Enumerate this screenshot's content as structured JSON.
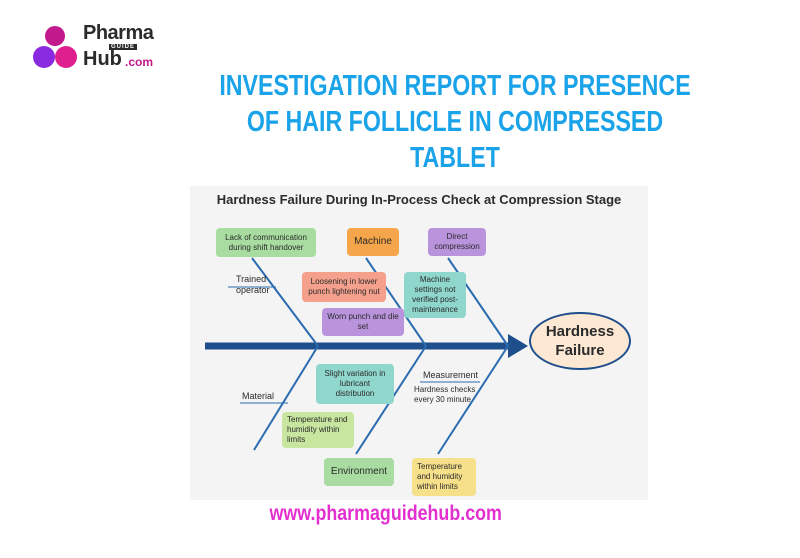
{
  "logo": {
    "pharma": "Pharma",
    "guide": "GUIDE",
    "hub": "Hub",
    "com": ".com"
  },
  "title": "INVESTIGATION REPORT FOR PRESENCE OF HAIR FOLLICLE IN COMPRESSED TABLET",
  "diagram": {
    "title": "Hardness Failure During In-Process Check at Compression Stage",
    "head": "Hardness Failure",
    "boxes": {
      "lack_communication": "Lack of communication during shift handover",
      "machine": "Machine",
      "direct_compression": "Direct compression",
      "loosening": "Loosening in lower punch lightening nut",
      "machine_settings": "Machine settings not verified post-maintenance",
      "worn_punch": "Worn punch and die set",
      "slight_variation": "Slight variation in lubricant distribution",
      "temp_humidity_1": "Temperature and humidity within limits",
      "environment": "Environment",
      "temp_humidity_2": "Temperature and humidity within limits"
    },
    "labels": {
      "trained_operator": "Trained operator",
      "material": "Material",
      "measurement": "Measurement",
      "hardness_checks": "Hardness checks every 30 minute"
    },
    "colors": {
      "green": "#a8dca0",
      "orange": "#f5a54a",
      "purple": "#b993dc",
      "salmon": "#f4a08c",
      "teal": "#8fd6cc",
      "yellow": "#f7e08a",
      "spine": "#1f4e8c",
      "bone": "#2b6cb0"
    }
  },
  "footer": "www.pharmaguidehub.com"
}
